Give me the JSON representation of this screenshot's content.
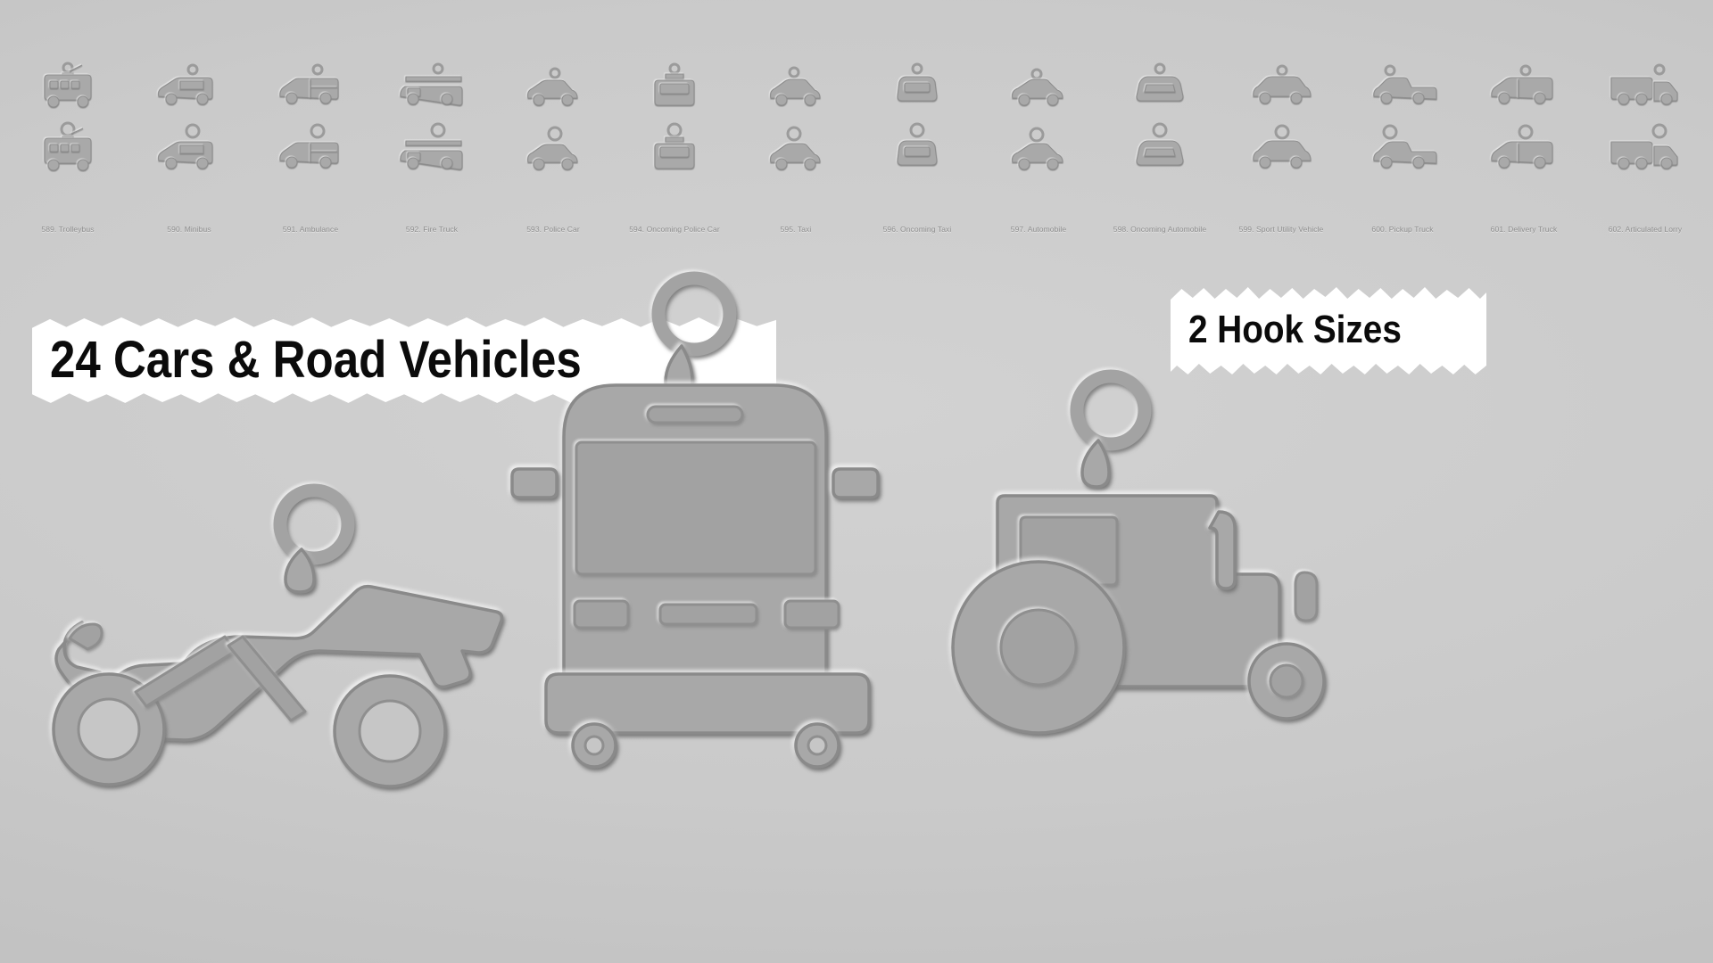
{
  "scene": {
    "background_color": "#cacaca",
    "material_color": "#a8a8a8",
    "outline_color": "#8a8a8a"
  },
  "banners": [
    {
      "id": "vehicles",
      "text": "24 Cars & Road Vehicles",
      "paper_color": "#ffffff",
      "text_color": "#0b0b0b"
    },
    {
      "id": "hooks",
      "text": "2 Hook Sizes",
      "paper_color": "#ffffff",
      "text_color": "#0b0b0b"
    }
  ],
  "preview_grid": {
    "variants_per_item": 2,
    "variant_names": [
      "small-hook",
      "large-hook"
    ],
    "items": [
      {
        "number": "589",
        "name": "Trolleybus",
        "label": "589. Trolleybus",
        "icon": "trolleybus-icon"
      },
      {
        "number": "590",
        "name": "Minibus",
        "label": "590. Minibus",
        "icon": "minibus-icon"
      },
      {
        "number": "591",
        "name": "Ambulance",
        "label": "591. Ambulance",
        "icon": "ambulance-icon"
      },
      {
        "number": "592",
        "name": "Fire Truck",
        "label": "592. Fire Truck",
        "icon": "fire-truck-icon"
      },
      {
        "number": "593",
        "name": "Police Car",
        "label": "593. Police Car",
        "icon": "police-car-icon"
      },
      {
        "number": "594",
        "name": "Oncoming Police Car",
        "label": "594. Oncoming Police Car",
        "icon": "oncoming-police-car-icon"
      },
      {
        "number": "595",
        "name": "Taxi",
        "label": "595. Taxi",
        "icon": "taxi-icon"
      },
      {
        "number": "596",
        "name": "Oncoming Taxi",
        "label": "596. Oncoming Taxi",
        "icon": "oncoming-taxi-icon"
      },
      {
        "number": "597",
        "name": "Automobile",
        "label": "597. Automobile",
        "icon": "automobile-icon"
      },
      {
        "number": "598",
        "name": "Oncoming Automobile",
        "label": "598. Oncoming Automobile",
        "icon": "oncoming-automobile-icon"
      },
      {
        "number": "599",
        "name": "Sport Utility Vehicle",
        "label": "599. Sport Utility Vehicle",
        "icon": "suv-icon"
      },
      {
        "number": "600",
        "name": "Pickup Truck",
        "label": "600. Pickup Truck",
        "icon": "pickup-truck-icon"
      },
      {
        "number": "601",
        "name": "Delivery Truck",
        "label": "601. Delivery Truck",
        "icon": "delivery-truck-icon"
      },
      {
        "number": "602",
        "name": "Articulated Lorry",
        "label": "602. Articulated Lorry",
        "icon": "articulated-lorry-icon"
      }
    ]
  },
  "hero_models": [
    {
      "id": "motorcycle",
      "name": "Motorcycle",
      "icon": "motorcycle-icon"
    },
    {
      "id": "bus",
      "name": "Bus",
      "icon": "bus-icon"
    },
    {
      "id": "tractor",
      "name": "Tractor",
      "icon": "tractor-icon"
    }
  ]
}
